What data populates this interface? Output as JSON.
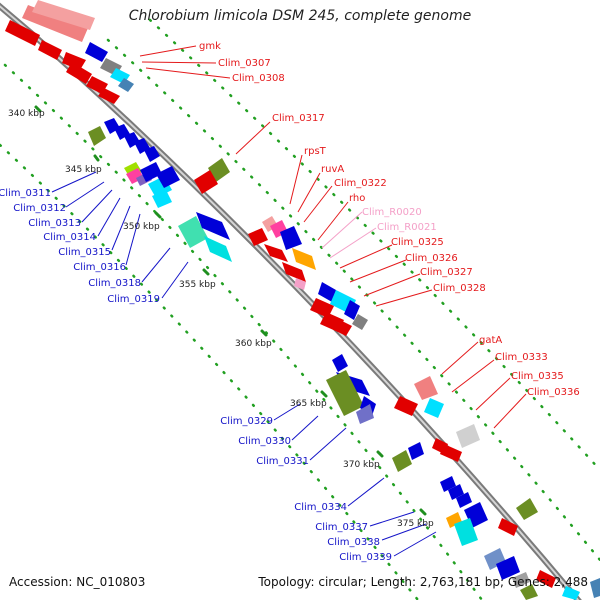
{
  "title": "Chlorobium limicola DSM 245, complete genome",
  "footer": {
    "accession": "Accession: NC_010803",
    "stats": "Topology: circular; Length: 2,763,181 bp; Genes: 2,488"
  },
  "scale_labels": [
    "340 kbp",
    "345 kbp",
    "350 kbp",
    "355 kbp",
    "360 kbp",
    "365 kbp",
    "370 kbp",
    "375 kbp"
  ],
  "gene_labels_forward": [
    "gmk",
    "Clim_0307",
    "Clim_0308",
    "Clim_0317",
    "rpsT",
    "ruvA",
    "Clim_0322",
    "rho",
    "Clim_R0020",
    "Clim_R0021",
    "Clim_0325",
    "Clim_0326",
    "Clim_0327",
    "Clim_0328",
    "gatA",
    "Clim_0333",
    "Clim_0335",
    "Clim_0336"
  ],
  "gene_labels_reverse": [
    "Clim_0311",
    "Clim_0312",
    "Clim_0313",
    "Clim_0314",
    "Clim_0315",
    "Clim_0316",
    "Clim_0318",
    "Clim_0319",
    "Clim_0329",
    "Clim_0330",
    "Clim_0331",
    "Clim_0334",
    "Clim_0337",
    "Clim_0338",
    "Clim_0339"
  ],
  "colors": {
    "forward_label": "#e41a1c",
    "reverse_label": "#1414c8",
    "rna_label": "#f4a0c8",
    "backbone": "#888888",
    "tick_green": "#22a022"
  }
}
